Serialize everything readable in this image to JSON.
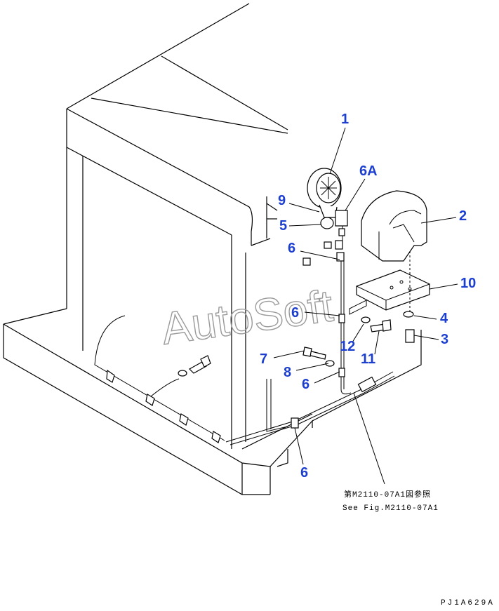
{
  "watermark": "AutoSoft",
  "callouts": [
    {
      "id": "1",
      "label": "1"
    },
    {
      "id": "6a",
      "label": "6A"
    },
    {
      "id": "2",
      "label": "2"
    },
    {
      "id": "9",
      "label": "9"
    },
    {
      "id": "5",
      "label": "5"
    },
    {
      "id": "6t",
      "label": "6"
    },
    {
      "id": "10",
      "label": "10"
    },
    {
      "id": "6m",
      "label": "6"
    },
    {
      "id": "4",
      "label": "4"
    },
    {
      "id": "3",
      "label": "3"
    },
    {
      "id": "12",
      "label": "12"
    },
    {
      "id": "7",
      "label": "7"
    },
    {
      "id": "11",
      "label": "11"
    },
    {
      "id": "8",
      "label": "8"
    },
    {
      "id": "6l",
      "label": "6"
    },
    {
      "id": "6b",
      "label": "6"
    }
  ],
  "reference_note": {
    "jp": "第M2110-07A1図参照",
    "en": "See Fig.M2110-07A1"
  },
  "drawing_code": "PJ1A629A",
  "colors": {
    "callout": "#1c3fd0",
    "line": "#000000",
    "watermark": "#9a9a9a"
  }
}
